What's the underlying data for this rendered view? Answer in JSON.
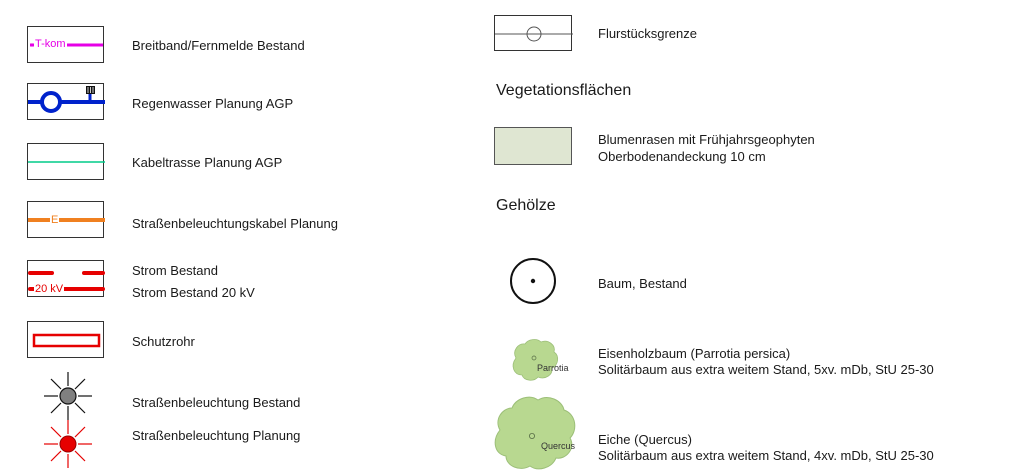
{
  "left_column": {
    "items": [
      {
        "label": "Breitband/Fernmelde Bestand",
        "tag": "T-kom",
        "color": "#e600e6"
      },
      {
        "label": "Regenwasser Planung AGP",
        "color": "#0022cc"
      },
      {
        "label": "Kabeltrasse Planung AGP",
        "color": "#00cc88"
      },
      {
        "label": "Straßenbeleuchtungskabel Planung",
        "tag": "E",
        "color": "#f08020"
      },
      {
        "label_1": "Strom Bestand",
        "label_2": "Strom Bestand 20 kV",
        "tag": "20 kV",
        "color": "#e60000"
      },
      {
        "label": "Schutzrohr",
        "color": "#e60000"
      },
      {
        "label": "Straßenbeleuchtung Bestand",
        "fill": "#808080"
      },
      {
        "label": "Straßenbeleuchtung Planung",
        "fill": "#e60000"
      }
    ]
  },
  "right_column": {
    "boundary": {
      "label": "Flurstücksgrenze"
    },
    "vegetation_heading": "Vegetationsflächen",
    "lawn": {
      "line_1": "Blumenrasen mit Frühjahrsgeophyten",
      "line_2": "Oberbodenandeckung 10 cm",
      "fill": "#dfe6d2"
    },
    "trees_heading": "Gehölze",
    "tree_existing": {
      "label": "Baum, Bestand"
    },
    "tree_parrotia": {
      "tag": "Parrotia",
      "line_1": "Eisenholzbaum (Parrotia persica)",
      "line_2": "Solitärbaum aus extra weitem Stand, 5xv. mDb, StU 25-30"
    },
    "tree_quercus": {
      "tag": "Quercus",
      "line_1": "Eiche (Quercus)",
      "line_2": "Solitärbaum aus extra weitem Stand, 4xv. mDb, StU 25-30"
    },
    "crown_color": "#b8d890"
  }
}
